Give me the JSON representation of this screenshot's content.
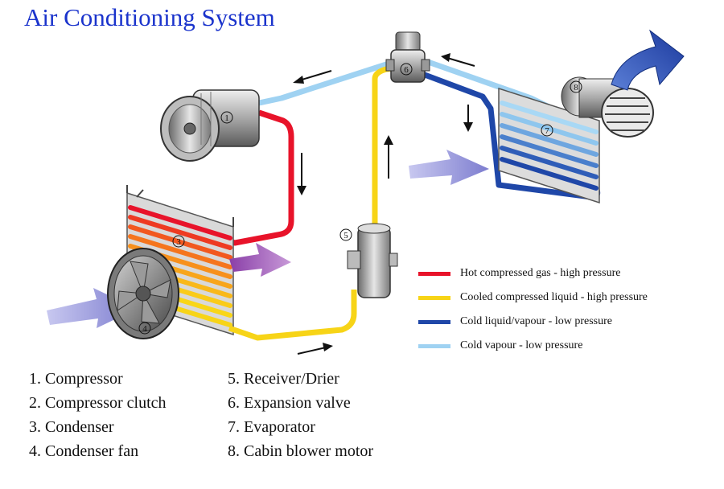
{
  "title": "Air Conditioning System",
  "component_markers": [
    "1",
    "3",
    "4",
    "5",
    "6",
    "7",
    "8"
  ],
  "legend": [
    {
      "label": "Hot compressed gas - high pressure",
      "color": "#e8132a"
    },
    {
      "label": "Cooled compressed liquid - high pressure",
      "color": "#f7d417"
    },
    {
      "label": "Cold liquid/vapour - low pressure",
      "color": "#1f47a8"
    },
    {
      "label": "Cold vapour - low pressure",
      "color": "#9fd2f2"
    }
  ],
  "parts_left": [
    "1. Compressor",
    "2. Compressor clutch",
    "3. Condenser",
    "4. Condenser fan"
  ],
  "parts_right": [
    "5. Receiver/Drier",
    "6. Expansion valve",
    "7. Evaporator",
    "8. Cabin blower motor"
  ],
  "colors": {
    "title": "#1a33cc",
    "airflow_in": "#8f8fd6",
    "airflow_out": "#2347b3",
    "airflow_hot": "#9b5ab8"
  }
}
